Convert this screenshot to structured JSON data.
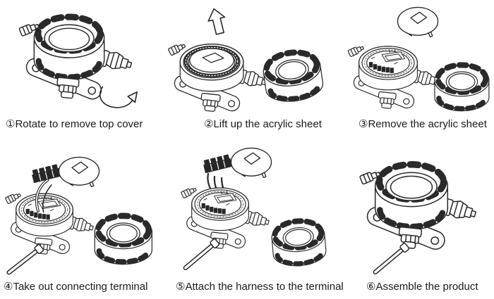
{
  "figure": {
    "background": "#ffffff",
    "ink_color": "#2a2a2a",
    "connector_fill": "#262626"
  },
  "steps": [
    {
      "number": "①",
      "label": "Rotate to remove top cover",
      "illustration": "closed explosion-proof junction box with crown cover, mounting ears, cable glands and a curved rotate arrow"
    },
    {
      "number": "②",
      "label": "Lift up the acrylic sheet",
      "illustration": "open box with acrylic sheet on top and upward arrow, removed crown cover ring at right"
    },
    {
      "number": "③",
      "label": "Remove the acrylic sheet",
      "illustration": "acrylic disc floating above open box showing terminals, crown cover ring at right"
    },
    {
      "number": "④",
      "label": "Take out connecting terminal",
      "illustration": "small terminal block and acrylic disc above open box with wire loop and probe, crown cover ring at right"
    },
    {
      "number": "⑤",
      "label": "Attach the harness to the terminal",
      "illustration": "wire harness connector feeding into open box, acrylic disc above, crown cover ring at right"
    },
    {
      "number": "⑥",
      "label": "Assemble the product",
      "illustration": "fully assembled junction box with crown cover and bottom probe"
    }
  ]
}
